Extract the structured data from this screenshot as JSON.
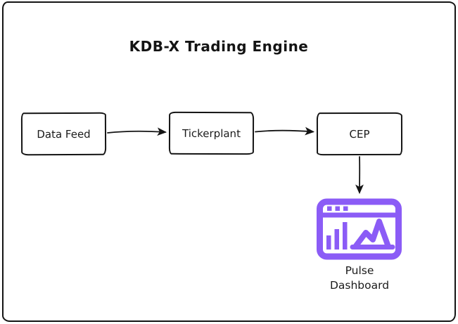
{
  "colors": {
    "accent": "#8B5CF6",
    "ink": "#141414",
    "bg": "#ffffff"
  },
  "diagram": {
    "title": "KDB-X Trading Engine",
    "nodes": {
      "data_feed": {
        "label": "Data Feed"
      },
      "tickerplant": {
        "label": "Tickerplant"
      },
      "cep": {
        "label": "CEP"
      }
    },
    "dashboard": {
      "icon": "dashboard-window-icon",
      "caption_line1": "Pulse",
      "caption_line2": "Dashboard"
    },
    "edges": [
      {
        "from": "Data Feed",
        "to": "Tickerplant",
        "direction": "right"
      },
      {
        "from": "Tickerplant",
        "to": "CEP",
        "direction": "right"
      },
      {
        "from": "CEP",
        "to": "Pulse Dashboard",
        "direction": "down"
      }
    ]
  }
}
